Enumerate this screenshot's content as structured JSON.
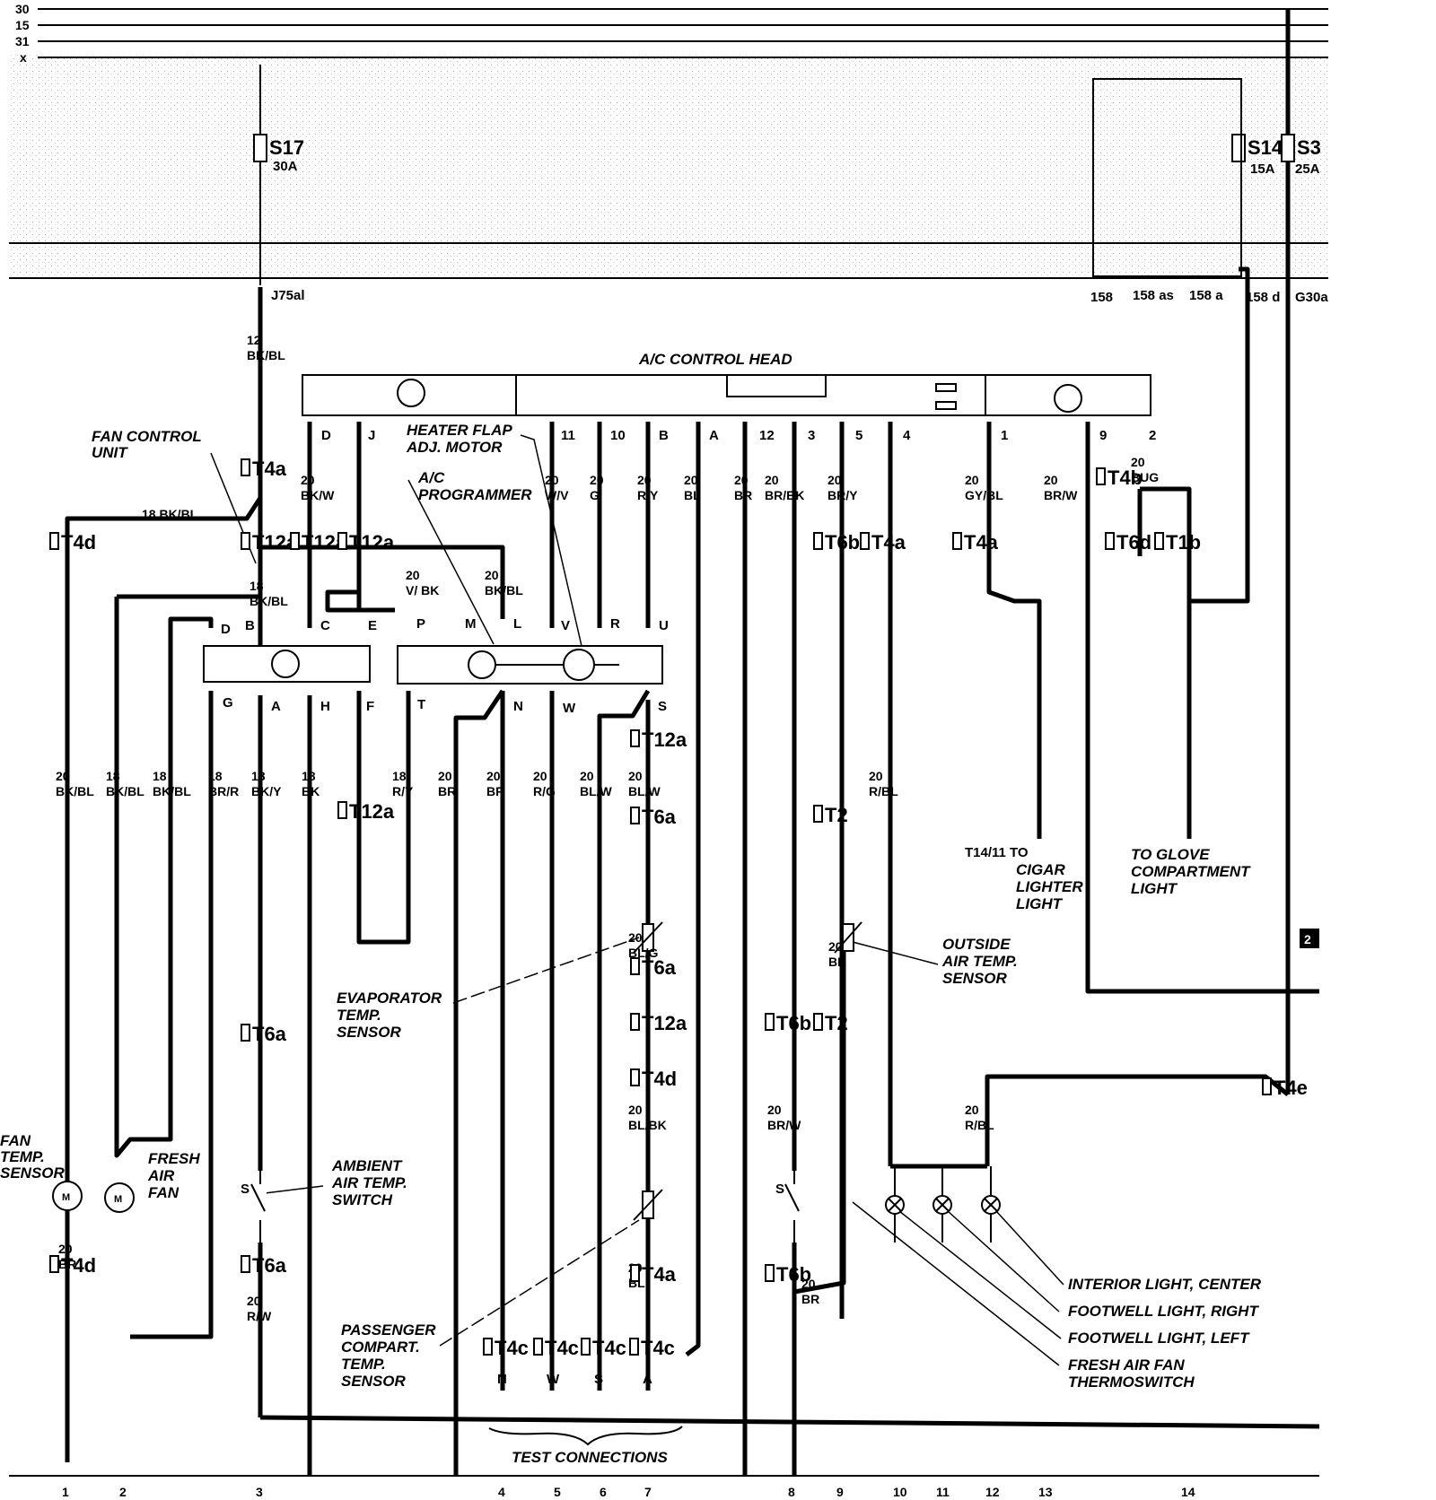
{
  "buses": [
    "30",
    "15",
    "31",
    "x"
  ],
  "fuses": [
    {
      "name": "S17",
      "rating": "30A"
    },
    {
      "name": "S14",
      "rating": "15A"
    },
    {
      "name": "S3",
      "rating": "25A"
    }
  ],
  "terminals": {
    "j75al": "J75al",
    "t158": "158",
    "t158as": "158 as",
    "t158a": "158 a",
    "t158d": "158 d",
    "g30a": "G30a"
  },
  "component_labels": {
    "ac_control_head": "A/C CONTROL HEAD",
    "fan_control_unit": [
      "FAN CONTROL",
      "UNIT"
    ],
    "heater_flap": [
      "HEATER FLAP",
      "ADJ. MOTOR"
    ],
    "ac_programmer": [
      "A/C",
      "PROGRAMMER"
    ],
    "evaporator_sensor": [
      "EVAPORATOR",
      "TEMP.",
      "SENSOR"
    ],
    "passenger_sensor": [
      "PASSENGER",
      "COMPART.",
      "TEMP.",
      "SENSOR"
    ],
    "ambient_switch": [
      "AMBIENT",
      "AIR TEMP.",
      "SWITCH"
    ],
    "outside_sensor": [
      "OUTSIDE",
      "AIR TEMP.",
      "SENSOR"
    ],
    "fan_temp_sensor": [
      "FAN",
      "TEMP.",
      "SENSOR"
    ],
    "fresh_air_fan": [
      "FRESH",
      "AIR",
      "FAN"
    ],
    "cigar_lighter": [
      "T14/11 TO",
      "CIGAR",
      "LIGHTER",
      "LIGHT"
    ],
    "glove_compartment": [
      "TO GLOVE",
      "COMPARTMENT",
      "LIGHT"
    ],
    "test_connections": "TEST CONNECTIONS",
    "interior_center": "INTERIOR LIGHT, CENTER",
    "footwell_right": "FOOTWELL LIGHT, RIGHT",
    "footwell_left": "FOOTWELL LIGHT, LEFT",
    "fresh_air_thermoswitch": [
      "FRESH AIR FAN",
      "THERMOSWITCH"
    ],
    "motor_symbol": "M",
    "page_ref": "2"
  },
  "control_head_pins": [
    "D",
    "J",
    "11",
    "10",
    "B",
    "A",
    "12",
    "3",
    "5",
    "4",
    "1",
    "9",
    "2"
  ],
  "fan_unit_pins_top": [
    "D",
    "B",
    "C",
    "E"
  ],
  "fan_unit_pins_bottom": [
    "G",
    "A",
    "H",
    "F"
  ],
  "programmer_pins_top": [
    "P",
    "M",
    "L",
    "V",
    "R",
    "U"
  ],
  "programmer_pins_bottom": [
    "T",
    "N",
    "W",
    "S"
  ],
  "wires": [
    {
      "gauge": "12",
      "color": "BK/BL"
    },
    {
      "gauge": "18 BK/BL",
      "color": ""
    },
    {
      "gauge": "20",
      "color": "BK/W"
    },
    {
      "gauge": "20",
      "color": "W/V"
    },
    {
      "gauge": "20",
      "color": "G"
    },
    {
      "gauge": "20",
      "color": "R/Y"
    },
    {
      "gauge": "20",
      "color": "BL"
    },
    {
      "gauge": "20",
      "color": "BR"
    },
    {
      "gauge": "20",
      "color": "BR/BK"
    },
    {
      "gauge": "20",
      "color": "BR/Y"
    },
    {
      "gauge": "20",
      "color": "GY/BL"
    },
    {
      "gauge": "20",
      "color": "BR/W"
    },
    {
      "gauge": "20",
      "color": "BUG"
    },
    {
      "gauge": "18",
      "color": "BK/BL"
    },
    {
      "gauge": "20",
      "color": "V/ BK"
    },
    {
      "gauge": "20",
      "color": "BK/BL"
    },
    {
      "gauge": "20",
      "color": "BK/BL"
    },
    {
      "gauge": "18",
      "color": "BK/BL"
    },
    {
      "gauge": "18",
      "color": "BK/BL"
    },
    {
      "gauge": "18",
      "color": "BR/R"
    },
    {
      "gauge": "18",
      "color": "BK/Y"
    },
    {
      "gauge": "18",
      "color": "BK"
    },
    {
      "gauge": "18",
      "color": "R/Y"
    },
    {
      "gauge": "20",
      "color": "BR"
    },
    {
      "gauge": "20",
      "color": "BR"
    },
    {
      "gauge": "20",
      "color": "R/G"
    },
    {
      "gauge": "20",
      "color": "BL/W"
    },
    {
      "gauge": "20",
      "color": "BL/W"
    },
    {
      "gauge": "20",
      "color": "R/BL"
    },
    {
      "gauge": "20",
      "color": "BL/G"
    },
    {
      "gauge": "20",
      "color": "BR"
    },
    {
      "gauge": "20",
      "color": "BL/BK"
    },
    {
      "gauge": "20",
      "color": "BL"
    },
    {
      "gauge": "20",
      "color": "BR/W"
    },
    {
      "gauge": "20",
      "color": "R/BL"
    },
    {
      "gauge": "20",
      "color": "BR"
    },
    {
      "gauge": "20",
      "color": "R/W"
    },
    {
      "gauge": "20",
      "color": "BR"
    }
  ],
  "connectors": [
    "T4a",
    "T4d",
    "T12a",
    "T12a",
    "T12a",
    "T6b",
    "T4a",
    "T4a",
    "T6d",
    "T1b",
    "T4b",
    "T12a",
    "T6a",
    "T12a",
    "T2",
    "T6a",
    "T12a",
    "T4d",
    "T6b",
    "T2",
    "T6a",
    "T4d",
    "T6a",
    "T4a",
    "T6b",
    "T4c",
    "T4c",
    "T4c",
    "T4c",
    "T4e"
  ],
  "test_pins": [
    "N",
    "W",
    "S",
    "A"
  ],
  "ambient_switch_symbol": "S",
  "thermoswitch_symbol": "S",
  "circuit_numbers": [
    "1",
    "2",
    "3",
    "4",
    "5",
    "6",
    "7",
    "8",
    "9",
    "10",
    "11",
    "12",
    "13",
    "14"
  ]
}
